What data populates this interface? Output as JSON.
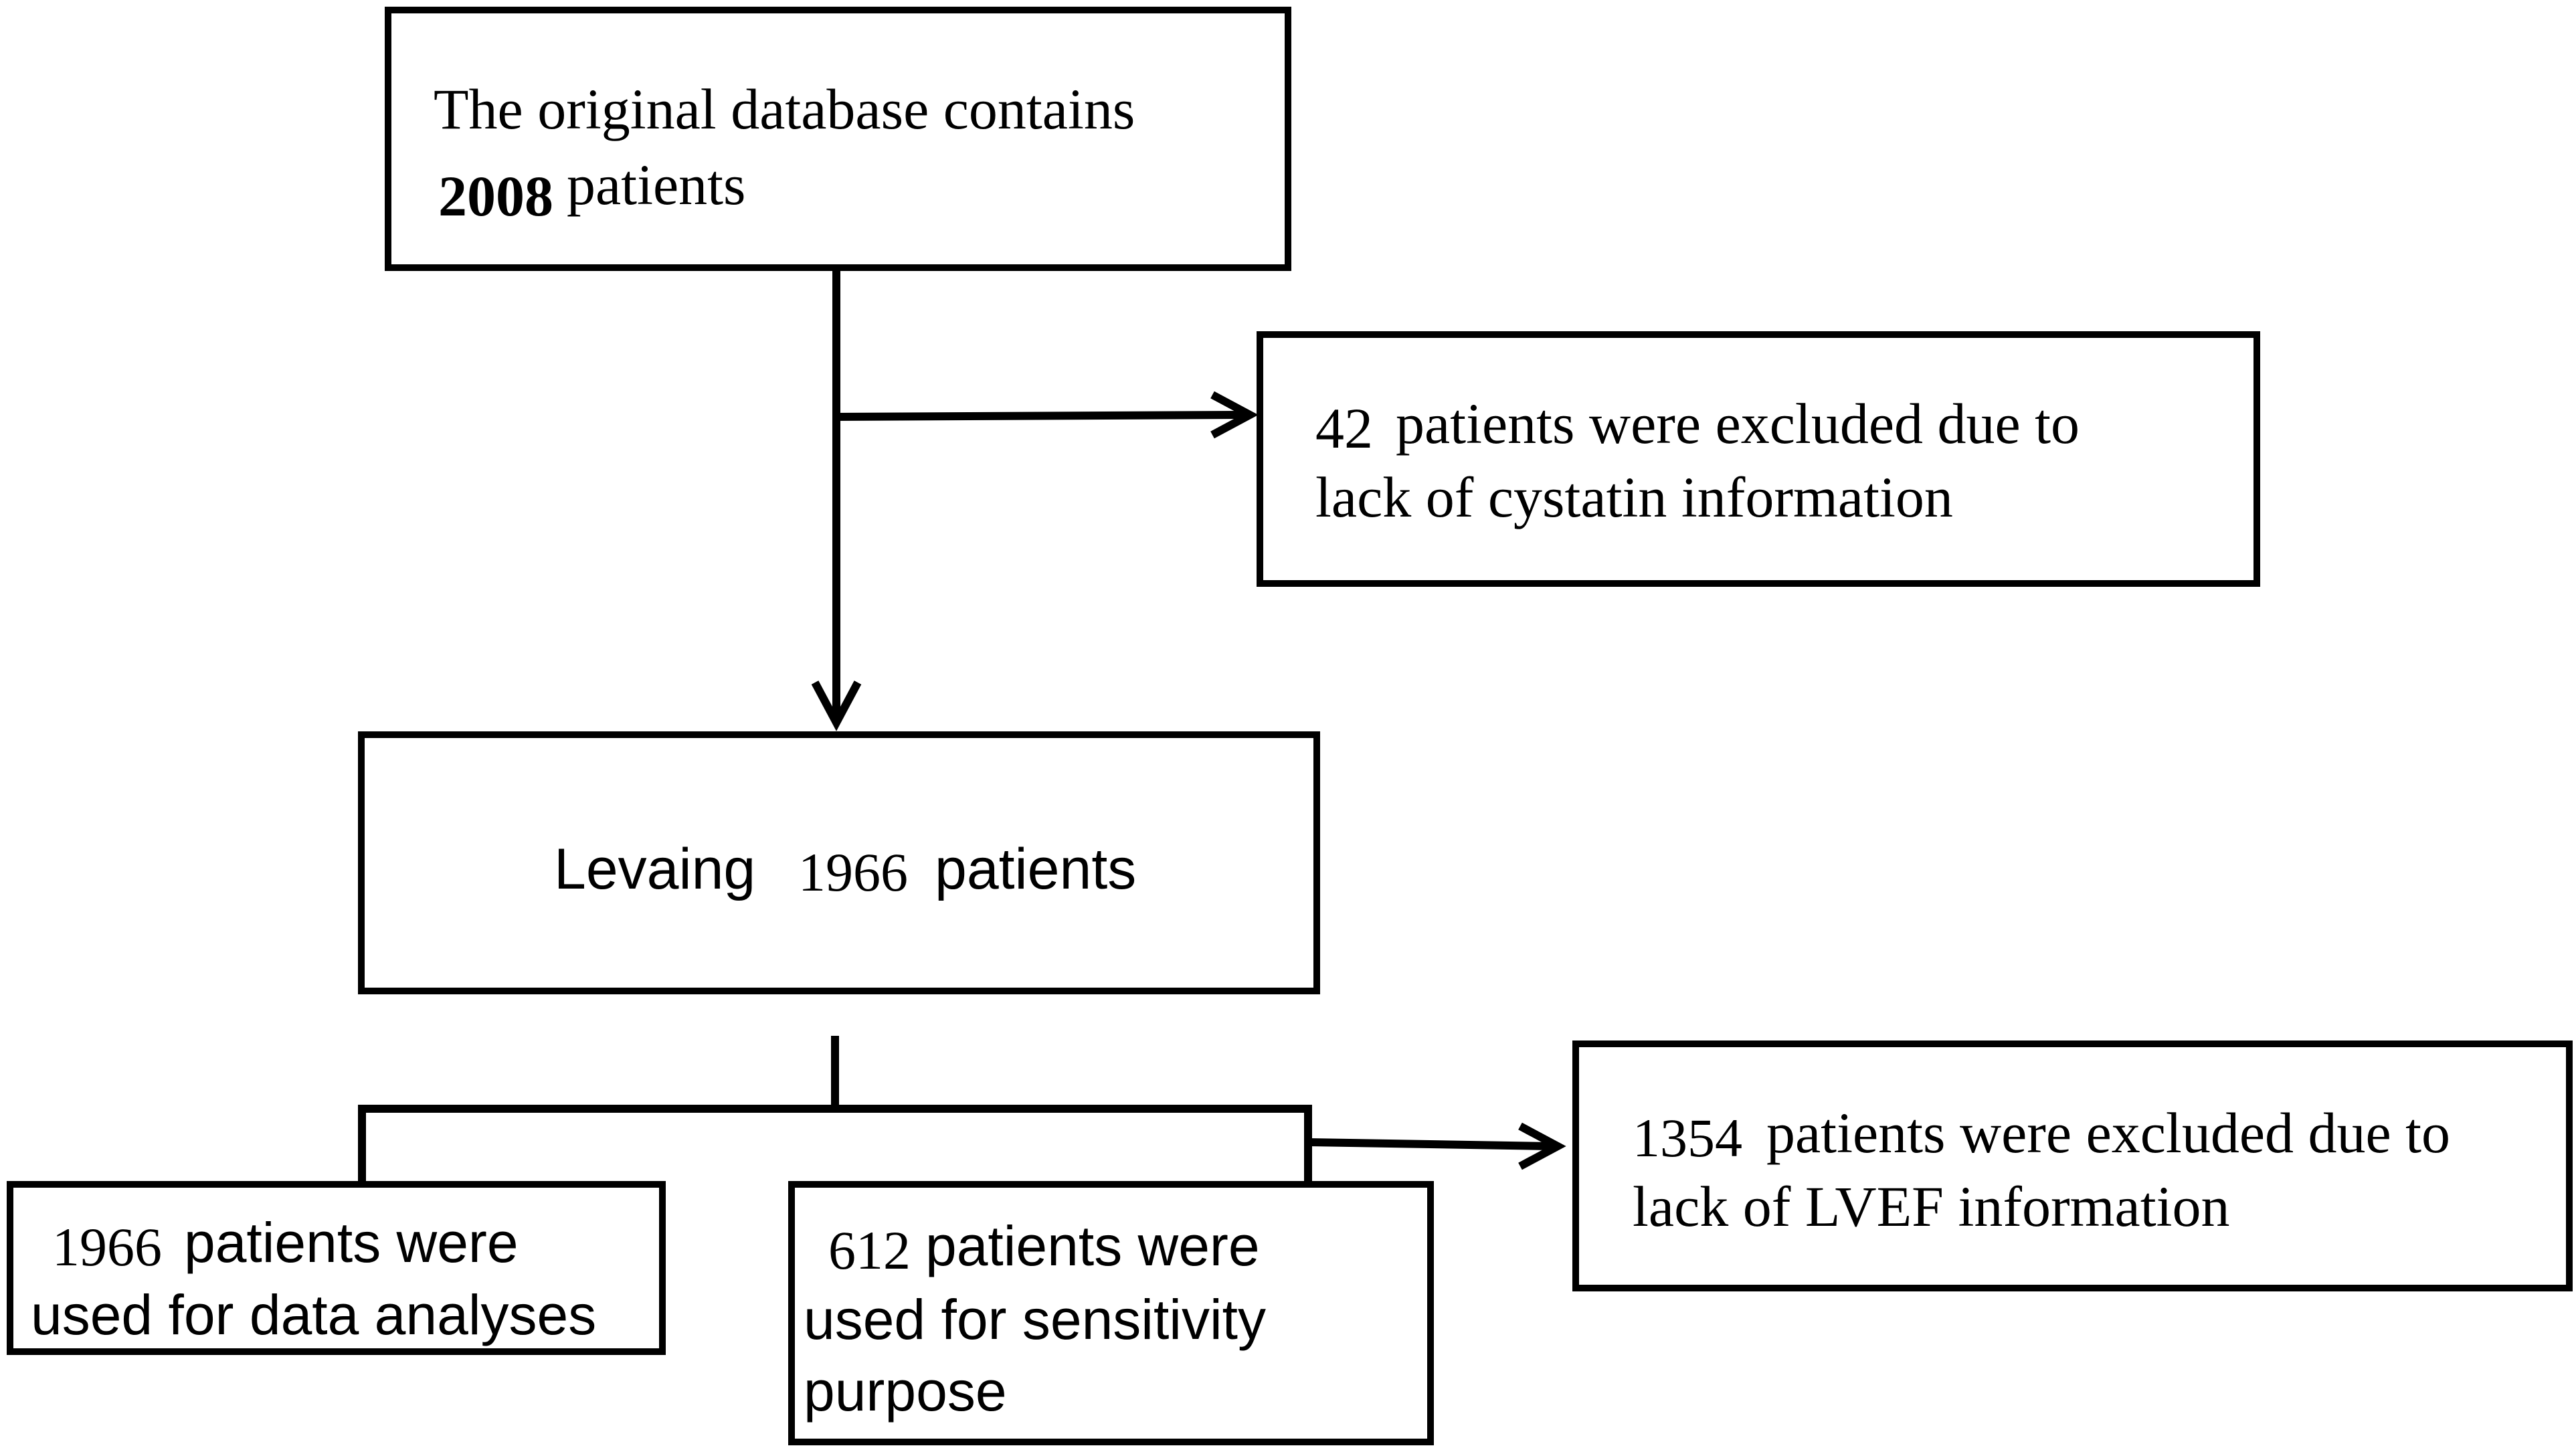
{
  "boxes": {
    "original": {
      "line1": "The original database contains",
      "count": "2008",
      "line2_rest": "patients"
    },
    "excluded_cystatin": {
      "count": "42",
      "line1_rest": "patients were excluded due to",
      "line2": "lack of cystatin information"
    },
    "leaving": {
      "word": "Levaing",
      "count": "1966",
      "word2": "patients"
    },
    "analysis": {
      "count": "1966",
      "line1_rest": "patients were",
      "line2": "used for data analyses"
    },
    "sensitivity": {
      "count": "612",
      "line1_rest": "patients were",
      "line2": "used for sensitivity",
      "line3": "purpose"
    },
    "excluded_lvef": {
      "count": "1354",
      "line1_rest": "patients were excluded due to",
      "line2": "lack of LVEF information"
    }
  },
  "colors": {
    "line": "#000000",
    "background": "#ffffff"
  }
}
